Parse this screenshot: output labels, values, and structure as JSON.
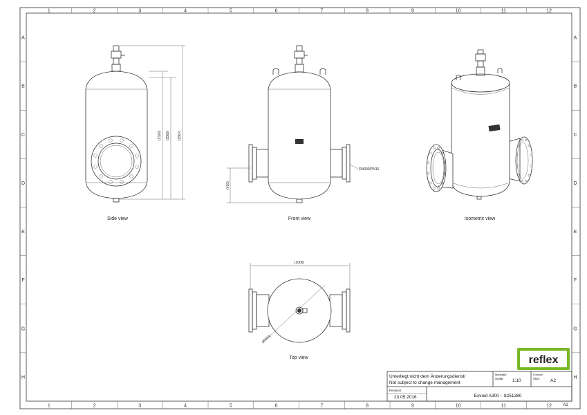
{
  "grid": {
    "columns": [
      "1",
      "2",
      "3",
      "4",
      "5",
      "6",
      "7",
      "8",
      "9",
      "10",
      "11",
      "12"
    ],
    "rows": [
      "A",
      "B",
      "C",
      "D",
      "E",
      "F",
      "G",
      "H"
    ]
  },
  "views": {
    "side": "Side view",
    "front": "Front view",
    "isometric": "Isometric view",
    "top": "Top view"
  },
  "dimensions": {
    "d1320": "(1320)",
    "d1560": "(1560)",
    "d1567": "(1567)",
    "d410": "(410)",
    "d1005": "(1005)",
    "d634": "(Ø634)",
    "flange": "DN300/PN16"
  },
  "title_block": {
    "note_de": "Unterliegt nicht dem Änderungsdienst/",
    "note_en": "Not subject to change management",
    "scale_label_de": "Maßstab/",
    "scale_label_en": "Scale:",
    "scale_value": "1:10",
    "format_label_de": "Format/",
    "format_label_en": "Size:",
    "format_value": "A2",
    "revision_label": "Revision",
    "revision_date": "23.05.2016",
    "product": "Exvoid A300 – 8251380",
    "corner_format": "A2",
    "logo_text": "reflex"
  },
  "colors": {
    "logo_green": "#7ab828",
    "line": "#333333"
  }
}
